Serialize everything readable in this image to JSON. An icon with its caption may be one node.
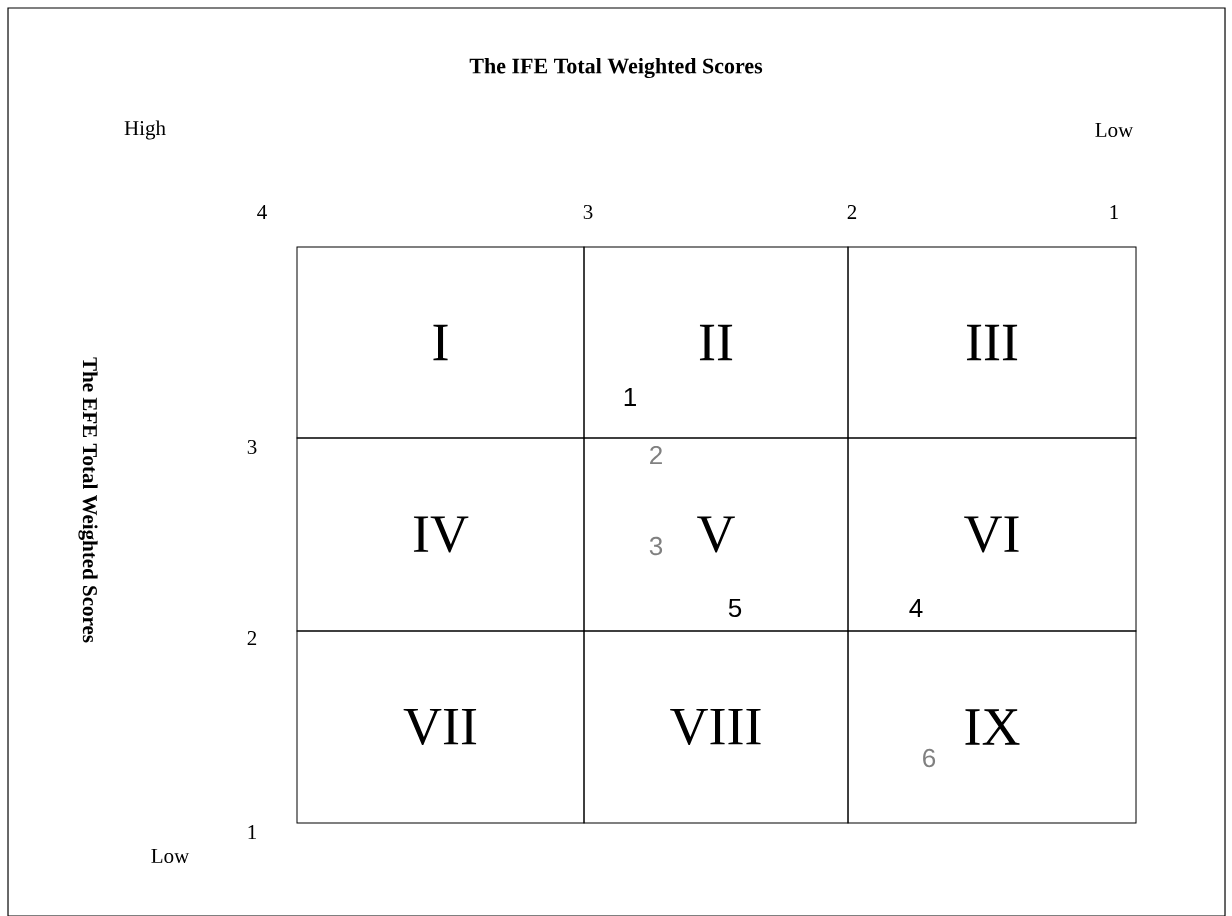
{
  "diagram": {
    "title": "The IFE Total Weighted Scores",
    "nodes": [
      {
        "text": [
          "I"
        ]
      },
      {
        "text": [
          "II"
        ]
      },
      {
        "text": [
          "III"
        ]
      },
      {
        "text": [
          "IV"
        ]
      },
      {
        "text": [
          "V"
        ]
      },
      {
        "text": [
          "VI"
        ]
      },
      {
        "text": [
          "VII"
        ]
      },
      {
        "text": [
          "VIII"
        ]
      },
      {
        "text": [
          "IX"
        ]
      }
    ],
    "labels": [
      "High",
      "Low",
      "4",
      "3",
      "2",
      "1",
      "The EFE Total Weighted Scores",
      "1",
      "3",
      "2",
      "3",
      "5",
      "4",
      "2",
      "6",
      "1",
      "Low"
    ]
  }
}
